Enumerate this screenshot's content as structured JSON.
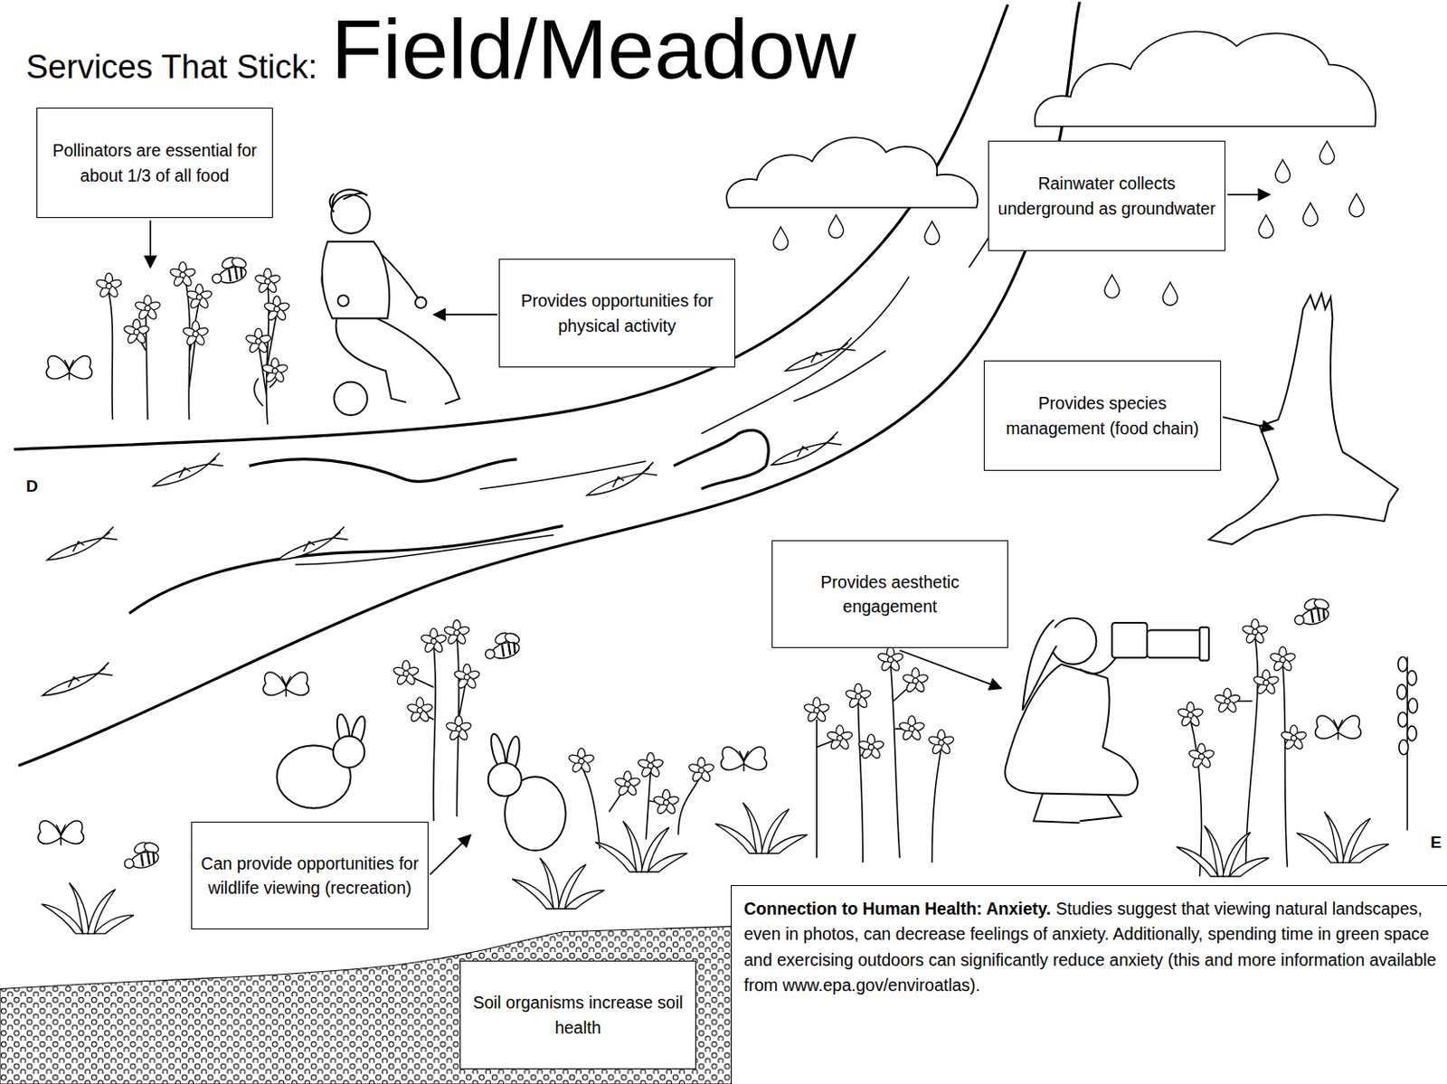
{
  "diagram": {
    "title": "Field/Meadow",
    "nodes": [
      {
        "text": [
          "Pollinators are essential for about 1/3 of all food"
        ]
      },
      {
        "text": [
          "Provides opportunities for physical activity"
        ]
      },
      {
        "text": [
          "Rainwater collects underground as groundwater"
        ]
      },
      {
        "text": [
          "Provides species management (food chain)"
        ]
      },
      {
        "text": [
          "Provides aesthetic engagement"
        ]
      },
      {
        "text": [
          "Can provide opportunities for wildlife viewing (recreation)"
        ]
      },
      {
        "text": [
          "Soil organisms increase soil health"
        ]
      },
      {
        "text": [
          "Connection to Human Health: Anxiety.",
          "Studies suggest that viewing natural landscapes, even in photos, can decrease feelings of anxiety. Additionally, spending time in green space and exercising outdoors can significantly reduce anxiety (this and more information available from www.epa.gov/enviroatlas)."
        ]
      }
    ],
    "labels": [
      "Services That Stick:",
      "D",
      "E"
    ]
  }
}
